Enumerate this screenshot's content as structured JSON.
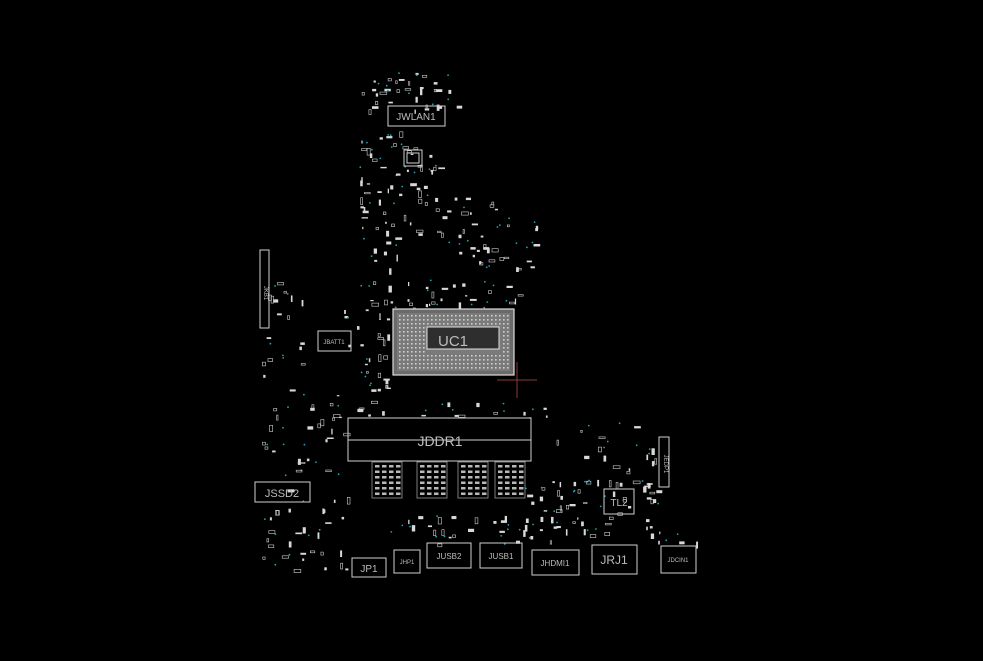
{
  "components": {
    "jwlan1": "JWLAN1",
    "uc1": "UC1",
    "jbatt1": "JBATT1",
    "jddr1": "JDDR1",
    "jssd2": "JSSD2",
    "tl2": "TL2",
    "jp1": "JP1",
    "jhp1": "JHP1",
    "jusb2": "JUSB2",
    "jusb1": "JUSB1",
    "jhdmi1": "JHDMI1",
    "jrj1": "JRJ1",
    "jdcin1": "JDCIN1",
    "jedp1": "JEDP1",
    "jkb1": "JKB1"
  },
  "colors": {
    "background": "#000000",
    "outline": "#cfcfcf",
    "via": "#1fa3b5",
    "cursor": "#8a3a3a"
  }
}
